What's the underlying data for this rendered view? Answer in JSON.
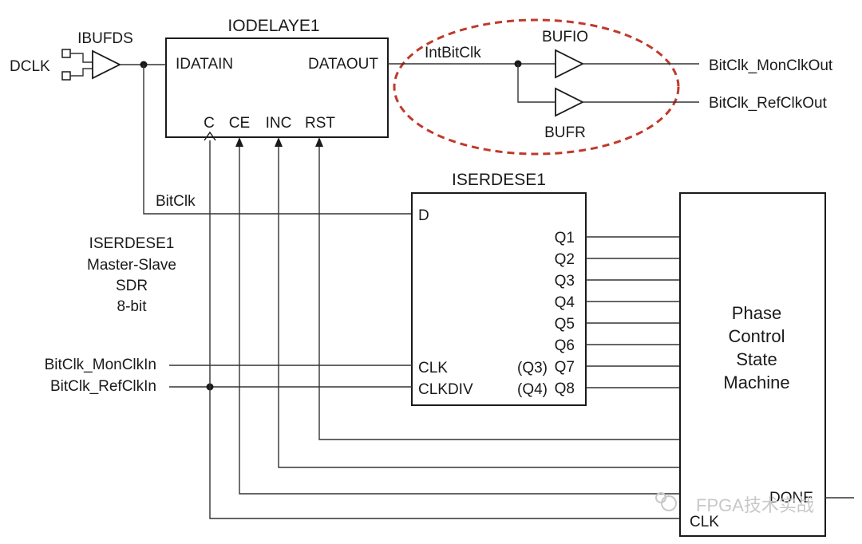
{
  "iodelay": {
    "title": "IODELAYE1",
    "ports": {
      "idatain": "IDATAIN",
      "dataout": "DATAOUT",
      "c": "C",
      "ce": "CE",
      "inc": "INC",
      "rst": "RST"
    }
  },
  "ibufds": {
    "title": "IBUFDS",
    "input": "DCLK"
  },
  "bufio": {
    "title": "BUFIO",
    "out": "BitClk_MonClkOut"
  },
  "bufr": {
    "title": "BUFR",
    "out": "BitClk_RefClkOut"
  },
  "net_intbitclk": "IntBitClk",
  "net_bitclk": "BitClk",
  "iserdes": {
    "title": "ISERDESE1",
    "in_d": "D",
    "in_clk": "CLK",
    "in_clkdiv": "CLKDIV",
    "outputs": [
      "Q1",
      "Q2",
      "Q3",
      "Q4",
      "Q5",
      "Q6",
      "Q7",
      "Q8"
    ],
    "alt_q7": "(Q3)",
    "alt_q8": "(Q4)"
  },
  "iserdes_note": [
    "ISERDESE1",
    "Master-Slave",
    "SDR",
    "8-bit"
  ],
  "inputs": {
    "monclkin": "BitClk_MonClkIn",
    "refclkin": "BitClk_RefClkIn"
  },
  "psm": {
    "title": [
      "Phase",
      "Control",
      "State",
      "Machine"
    ],
    "done": "DONE",
    "clk": "CLK"
  },
  "watermark": "FPGA技术实战",
  "colors": {
    "highlight": "#c0392b",
    "line": "#333333"
  }
}
